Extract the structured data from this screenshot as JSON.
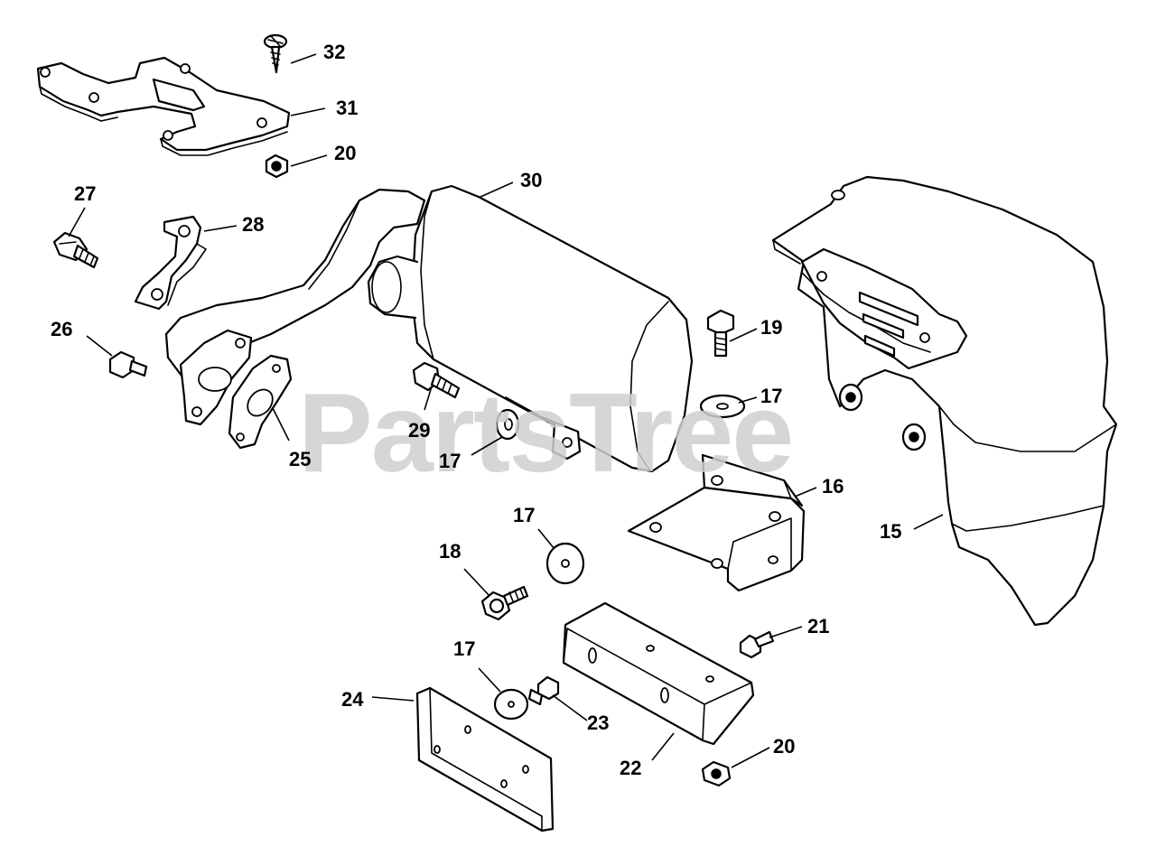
{
  "watermark": {
    "text": "PartsTree"
  },
  "callouts": {
    "c32": "32",
    "c31": "31",
    "c20a": "20",
    "c30": "30",
    "c27": "27",
    "c28": "28",
    "c26": "26",
    "c19": "19",
    "c17a": "17",
    "c29": "29",
    "c17b": "17",
    "c25": "25",
    "c16": "16",
    "c15": "15",
    "c17c": "17",
    "c18": "18",
    "c21": "21",
    "c17d": "17",
    "c24": "24",
    "c23": "23",
    "c20b": "20",
    "c22": "22"
  }
}
